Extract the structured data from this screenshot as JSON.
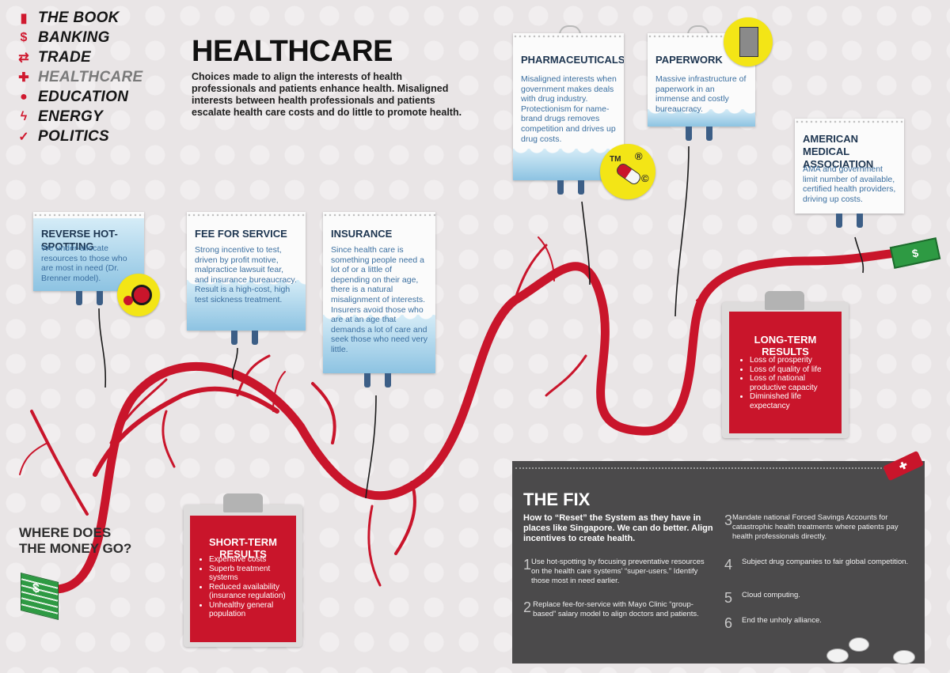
{
  "nav": [
    {
      "icon": "book-icon",
      "glyph": "▮",
      "label": "THE BOOK"
    },
    {
      "icon": "dollar-icon",
      "glyph": "$",
      "label": "BANKING"
    },
    {
      "icon": "arrows-icon",
      "glyph": "⇄",
      "label": "TRADE"
    },
    {
      "icon": "cross-icon",
      "glyph": "✚",
      "label": "HEALTHCARE",
      "active": true
    },
    {
      "icon": "apple-icon",
      "glyph": "●",
      "label": "EDUCATION"
    },
    {
      "icon": "bolt-icon",
      "glyph": "ϟ",
      "label": "ENERGY"
    },
    {
      "icon": "check-icon",
      "glyph": "✓",
      "label": "POLITICS"
    }
  ],
  "title": "HEALTHCARE",
  "intro": "Choices made to align the interests of health professionals and patients enhance health. Misaligned interests between health professionals and patients escalate health care costs and do little to promote health.",
  "bags": {
    "reverse": {
      "title": "REVERSE HOT-SPOTTING",
      "text": "We under-allocate resources to those who are most in need (Dr. Brenner model)."
    },
    "fee": {
      "title": "FEE FOR SERVICE",
      "text": "Strong incentive to test, driven by profit motive, malpractice lawsuit fear, and insurance bureaucracy. Result is a high-cost, high test sickness treatment."
    },
    "insurance": {
      "title": "INSURANCE",
      "text": "Since health care is something people need a lot of or a little of depending on their age, there is a natural misalignment of interests. Insurers avoid those who are at an age that demands a lot of care and seek those who need very little."
    },
    "pharma": {
      "title": "PHARMACEUTICALS",
      "text": "Misaligned interests when government makes deals with drug industry. Protectionism for name-brand drugs removes competition and drives up drug costs."
    },
    "paperwork": {
      "title": "PAPERWORK",
      "text": "Massive infrastructure of paperwork in an immense and costly bureaucracy."
    },
    "ama": {
      "title": "AMERICAN MEDICAL ASSOCIATION",
      "text": "AMA and government limit number of available, certified health providers, driving up costs."
    }
  },
  "badges": {
    "tm": "TM",
    "reg": "®",
    "copy": "©"
  },
  "short_term": {
    "title": "SHORT-TERM RESULTS",
    "items": [
      "Expensive costs",
      "Superb treatment systems",
      "Reduced availability (insurance regulation)",
      "Unhealthy general population"
    ]
  },
  "long_term": {
    "title": "LONG-TERM RESULTS",
    "items": [
      "Loss of prosperity",
      "Loss of quality of life",
      "Loss of national productive capacity",
      "Diminished life expectancy"
    ]
  },
  "where": {
    "line1": "WHERE DOES",
    "line2": "THE MONEY GO?"
  },
  "money_symbol": "$",
  "fix": {
    "title": "THE FIX",
    "intro": "How to “Reset” the System as they have in places like Singapore. We can do better. Align incentives to create health.",
    "steps": [
      {
        "num": "1",
        "text": "Use hot-spotting by focusing preventative resources on the health care systems’ “super-users.” Identify those most in need earlier."
      },
      {
        "num": "2",
        "text": "Replace fee-for-service with Mayo Clinic “group-based” salary model to align doctors and patients."
      },
      {
        "num": "3",
        "text": "Mandate national Forced Savings Accounts for catastrophic health treatments where patients pay health professionals directly."
      },
      {
        "num": "4",
        "text": "Subject drug companies to fair global competition."
      },
      {
        "num": "5",
        "text": "Cloud computing."
      },
      {
        "num": "6",
        "text": "End the unholy alliance."
      }
    ]
  },
  "colors": {
    "red": "#d0192f",
    "vein": "#c9152b",
    "bag_text": "#3b6fa0",
    "fix_bg": "#4b4a4b",
    "badge": "#f3e516"
  }
}
